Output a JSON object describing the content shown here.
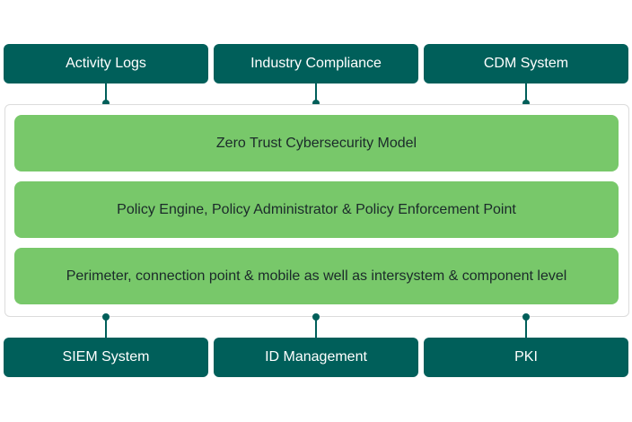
{
  "top_systems": [
    {
      "label": "Activity Logs"
    },
    {
      "label": "Industry Compliance"
    },
    {
      "label": "CDM System"
    }
  ],
  "layers": [
    {
      "label": "Zero Trust Cybersecurity Model"
    },
    {
      "label": "Policy Engine, Policy Administrator & Policy Enforcement Point"
    },
    {
      "label": "Perimeter, connection point & mobile as well as intersystem & component level"
    }
  ],
  "bottom_systems": [
    {
      "label": "SIEM System"
    },
    {
      "label": "ID Management"
    },
    {
      "label": "PKI"
    }
  ],
  "colors": {
    "system_box": "#005f5a",
    "layer_fill": "#78c86a",
    "container_border": "#dcdcdc"
  }
}
